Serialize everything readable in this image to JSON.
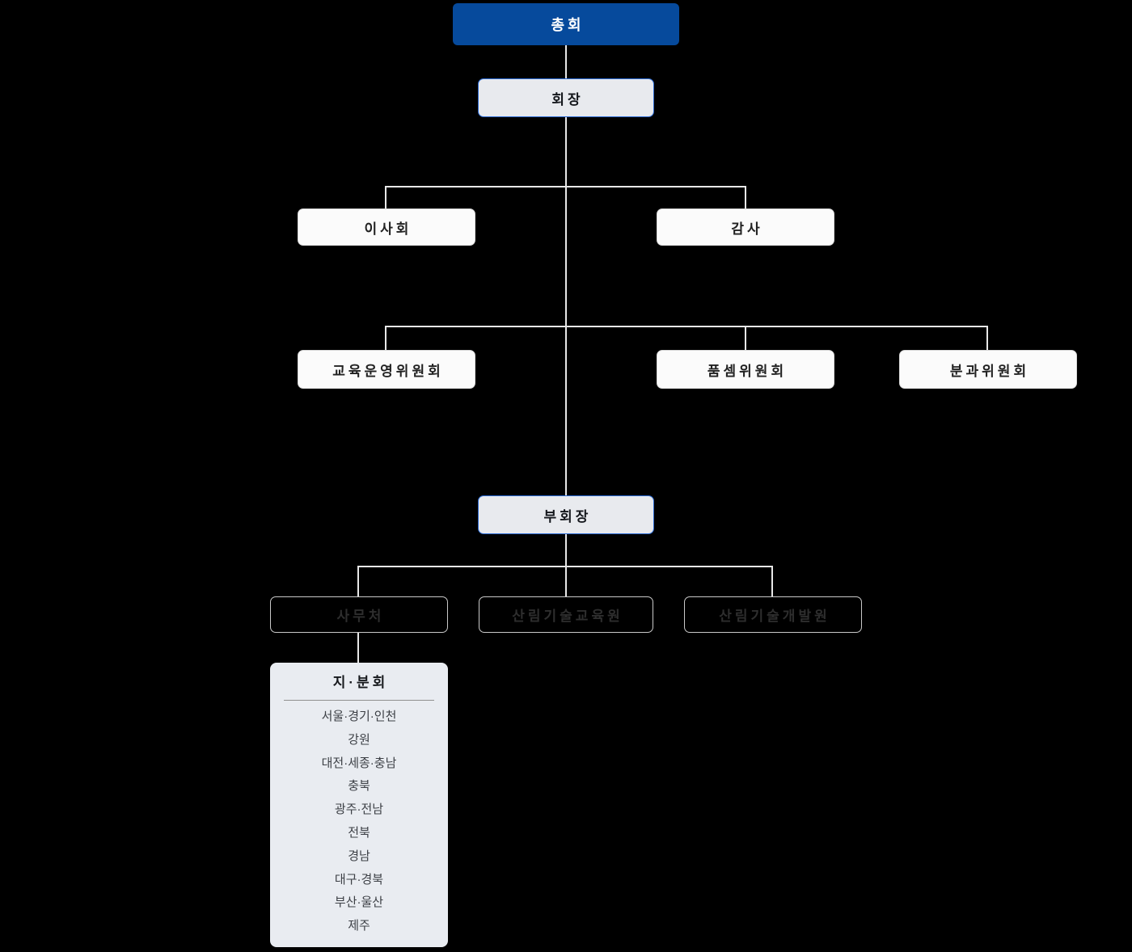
{
  "org_chart": {
    "nodes": {
      "general_assembly": "총회",
      "chairman": "회장",
      "board_of_directors": "이사회",
      "auditor": "감사",
      "education_operation_committee": "교육운영위원회",
      "pumsem_committee": "품셈위원회",
      "subdivision_committee": "분과위원회",
      "vice_chairman": "부회장",
      "secretariat": "사무처",
      "forest_tech_education_institute": "산림기술교육원",
      "forest_tech_development_institute": "산림기술개발원"
    },
    "branch_panel": {
      "title": "지·분회",
      "items": [
        "서울·경기·인천",
        "강원",
        "대전·세종·충남",
        "충북",
        "광주·전남",
        "전북",
        "경남",
        "대구·경북",
        "부산·울산",
        "제주"
      ]
    }
  },
  "colors": {
    "primary_blue": "#064a9c",
    "accent_border_blue": "#2c6bd3",
    "accent_fill": "#e8eaee",
    "node_fill_white": "#fbfbfb",
    "outline_node_border": "#c9c9c9",
    "outline_node_text": "#2e2e2e",
    "panel_fill": "#e9ecf1",
    "connector_line": "#e8e8e8"
  }
}
